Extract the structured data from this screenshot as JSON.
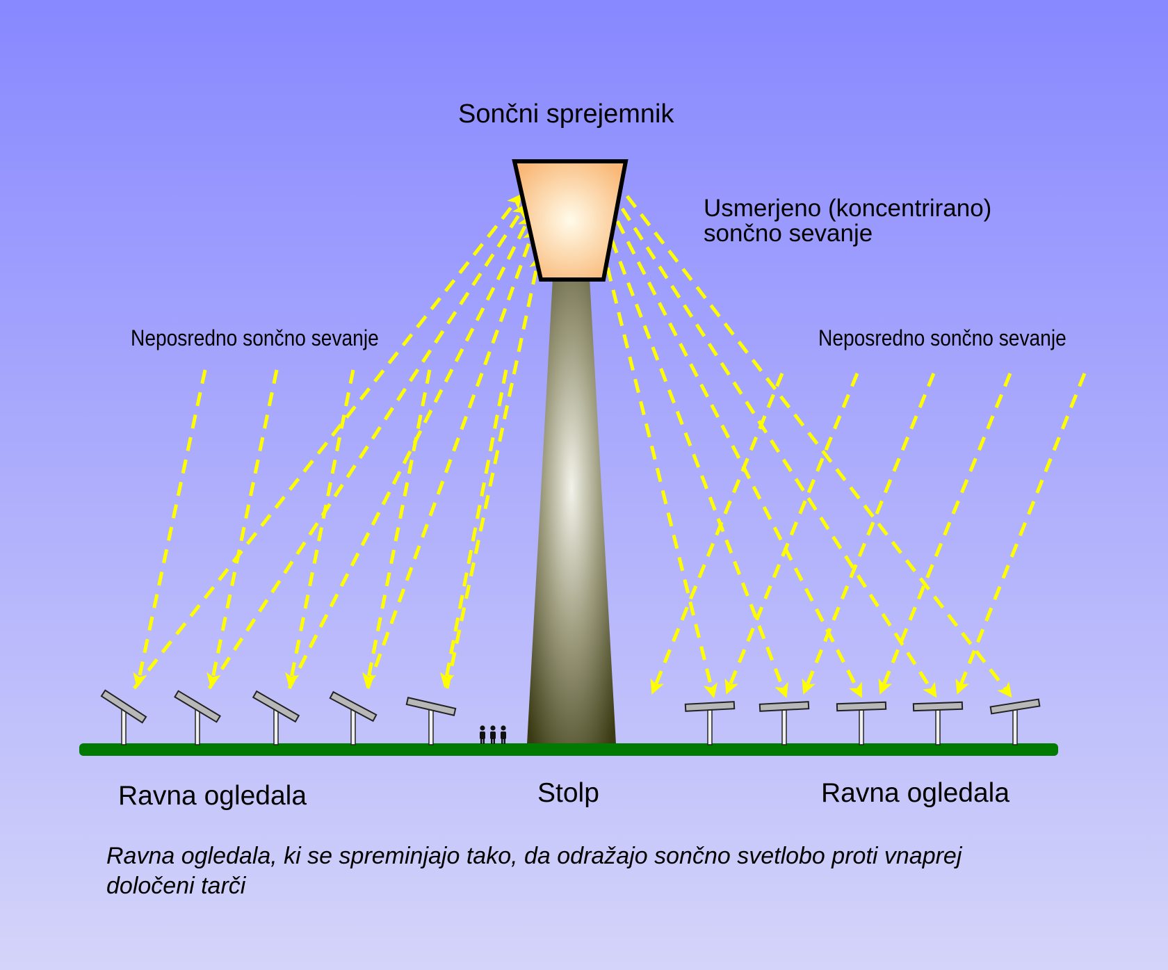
{
  "labels": {
    "receiver": "Sončni sprejemnik",
    "concentrated_line1": "Usmerjeno (koncentrirano)",
    "concentrated_line2": "sončno sevanje",
    "direct_left": "Neposredno sončno sevanje",
    "direct_right": "Neposredno sončno sevanje",
    "mirrors_left": "Ravna ogledala",
    "tower": "Stolp",
    "mirrors_right": "Ravna ogledala",
    "caption_line1": "Ravna ogledala, ki se spreminjajo tako, da odražajo sončno svetlobo proti vnaprej",
    "caption_line2": "določeni tarči"
  },
  "colors": {
    "sky_top": "#8888ff",
    "sky_bottom": "#d4d4fa",
    "ground": "#007a00",
    "ray": "#ffff00",
    "receiver_center": "#fffbea",
    "receiver_edge": "#f9b877",
    "tower_light": "#f2f2ea",
    "tower_dark": "#3a3a14",
    "mirror": "#b8b8b8"
  },
  "mirrors": {
    "left_count": 5,
    "right_count": 5
  },
  "people_count": 3
}
